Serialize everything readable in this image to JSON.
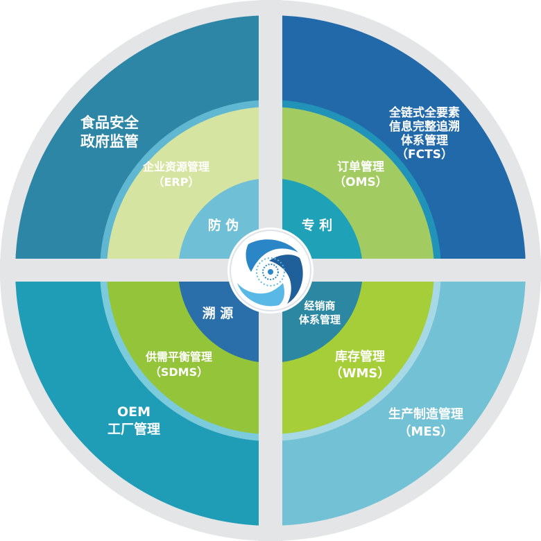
{
  "colors": {
    "outer_ring": "#e3e5e7",
    "divider": "#e3e5e7",
    "outer_tl": "#2d86a5",
    "outer_tr": "#2169a9",
    "outer_bl": "#1f9db6",
    "outer_br": "#73c1d4",
    "band_tl": "#5fb7d2",
    "band_tr": "#2193b8",
    "band_bl": "#7ccbdd",
    "band_br": "#a6d9e5",
    "mid_tl": "#d6e4a2",
    "mid_tr": "#a2cb62",
    "mid_bl": "#94c43a",
    "mid_br": "#a6ce39",
    "inner_tl": "#6fc0d6",
    "inner_tr": "#1fa2b8",
    "inner_bl": "#2a6faa",
    "inner_br": "#2b87a2",
    "logo_dark": "#1f5f9a",
    "logo_mid": "#2a86c6",
    "logo_light": "#5ab8e6"
  },
  "outer": {
    "tl": [
      "食品安全",
      "政府监管"
    ],
    "tr": [
      "全链式全要素",
      "信息完整追溯",
      "体系管理",
      "（FCTS）"
    ],
    "bl": [
      "OEM",
      "工厂管理"
    ],
    "br": [
      "生产制造管理",
      "（MES）"
    ]
  },
  "middle": {
    "tl": [
      "企业资源管理",
      "（ERP）"
    ],
    "tr": [
      "订单管理",
      "（OMS）"
    ],
    "bl": [
      "供需平衡管理",
      "（SDMS）"
    ],
    "br": [
      "库存管理",
      "（WMS）"
    ]
  },
  "inner": {
    "tl": [
      "防 伪"
    ],
    "tr": [
      "专 利"
    ],
    "bl": [
      "溯 源"
    ],
    "br": [
      "经销商",
      "体系管理"
    ]
  },
  "center": {
    "icon": "swirl-logo-icon"
  }
}
